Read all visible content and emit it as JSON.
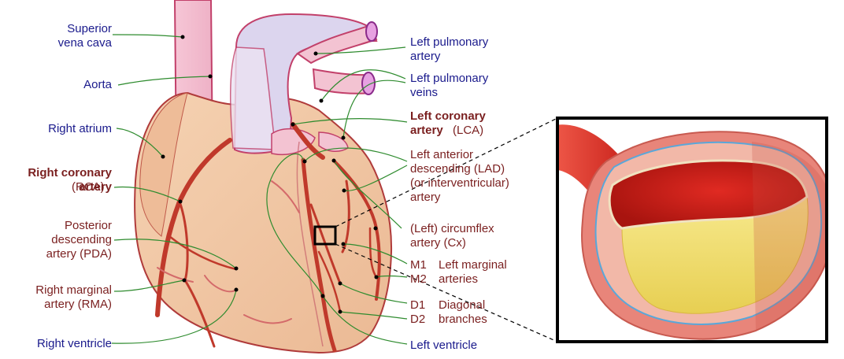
{
  "labels": {
    "svc": "Superior\nvena cava",
    "aorta": "Aorta",
    "ra": "Right atrium",
    "rca_bold": "Right coronary\nartery",
    "rca_abbr": "(RCA)",
    "pda": "Posterior\ndescending\nartery (PDA)",
    "rma": "Right marginal\nartery (RMA)",
    "rv": "Right ventricle",
    "lpa": "Left pulmonary\nartery",
    "lpv": "Left pulmonary\nveins",
    "lca_bold": "Left coronary\nartery",
    "lca_abbr": "(LCA)",
    "lad": "Left anterior\ndescending (LAD)\n(or interventricular)\nartery",
    "cx": "(Left) circumflex\nartery (Cx)",
    "m1": "M1",
    "m2": "M2",
    "marginal": "Left marginal\narteries",
    "d1": "D1",
    "d2": "D2",
    "diagonal": "Diagonal\nbranches",
    "lv": "Left ventricle"
  },
  "colors": {
    "label_blue": "#1a1a8c",
    "label_red": "#7a1f1f",
    "leader_green": "#2e8b2e",
    "heart_fill": "#f2c9a6",
    "vessel_pink": "#f3c3d2",
    "vessel_lavender": "#ddd6ef",
    "artery_red": "#c0392b",
    "plaque_yellow": "#f1dd6b"
  }
}
